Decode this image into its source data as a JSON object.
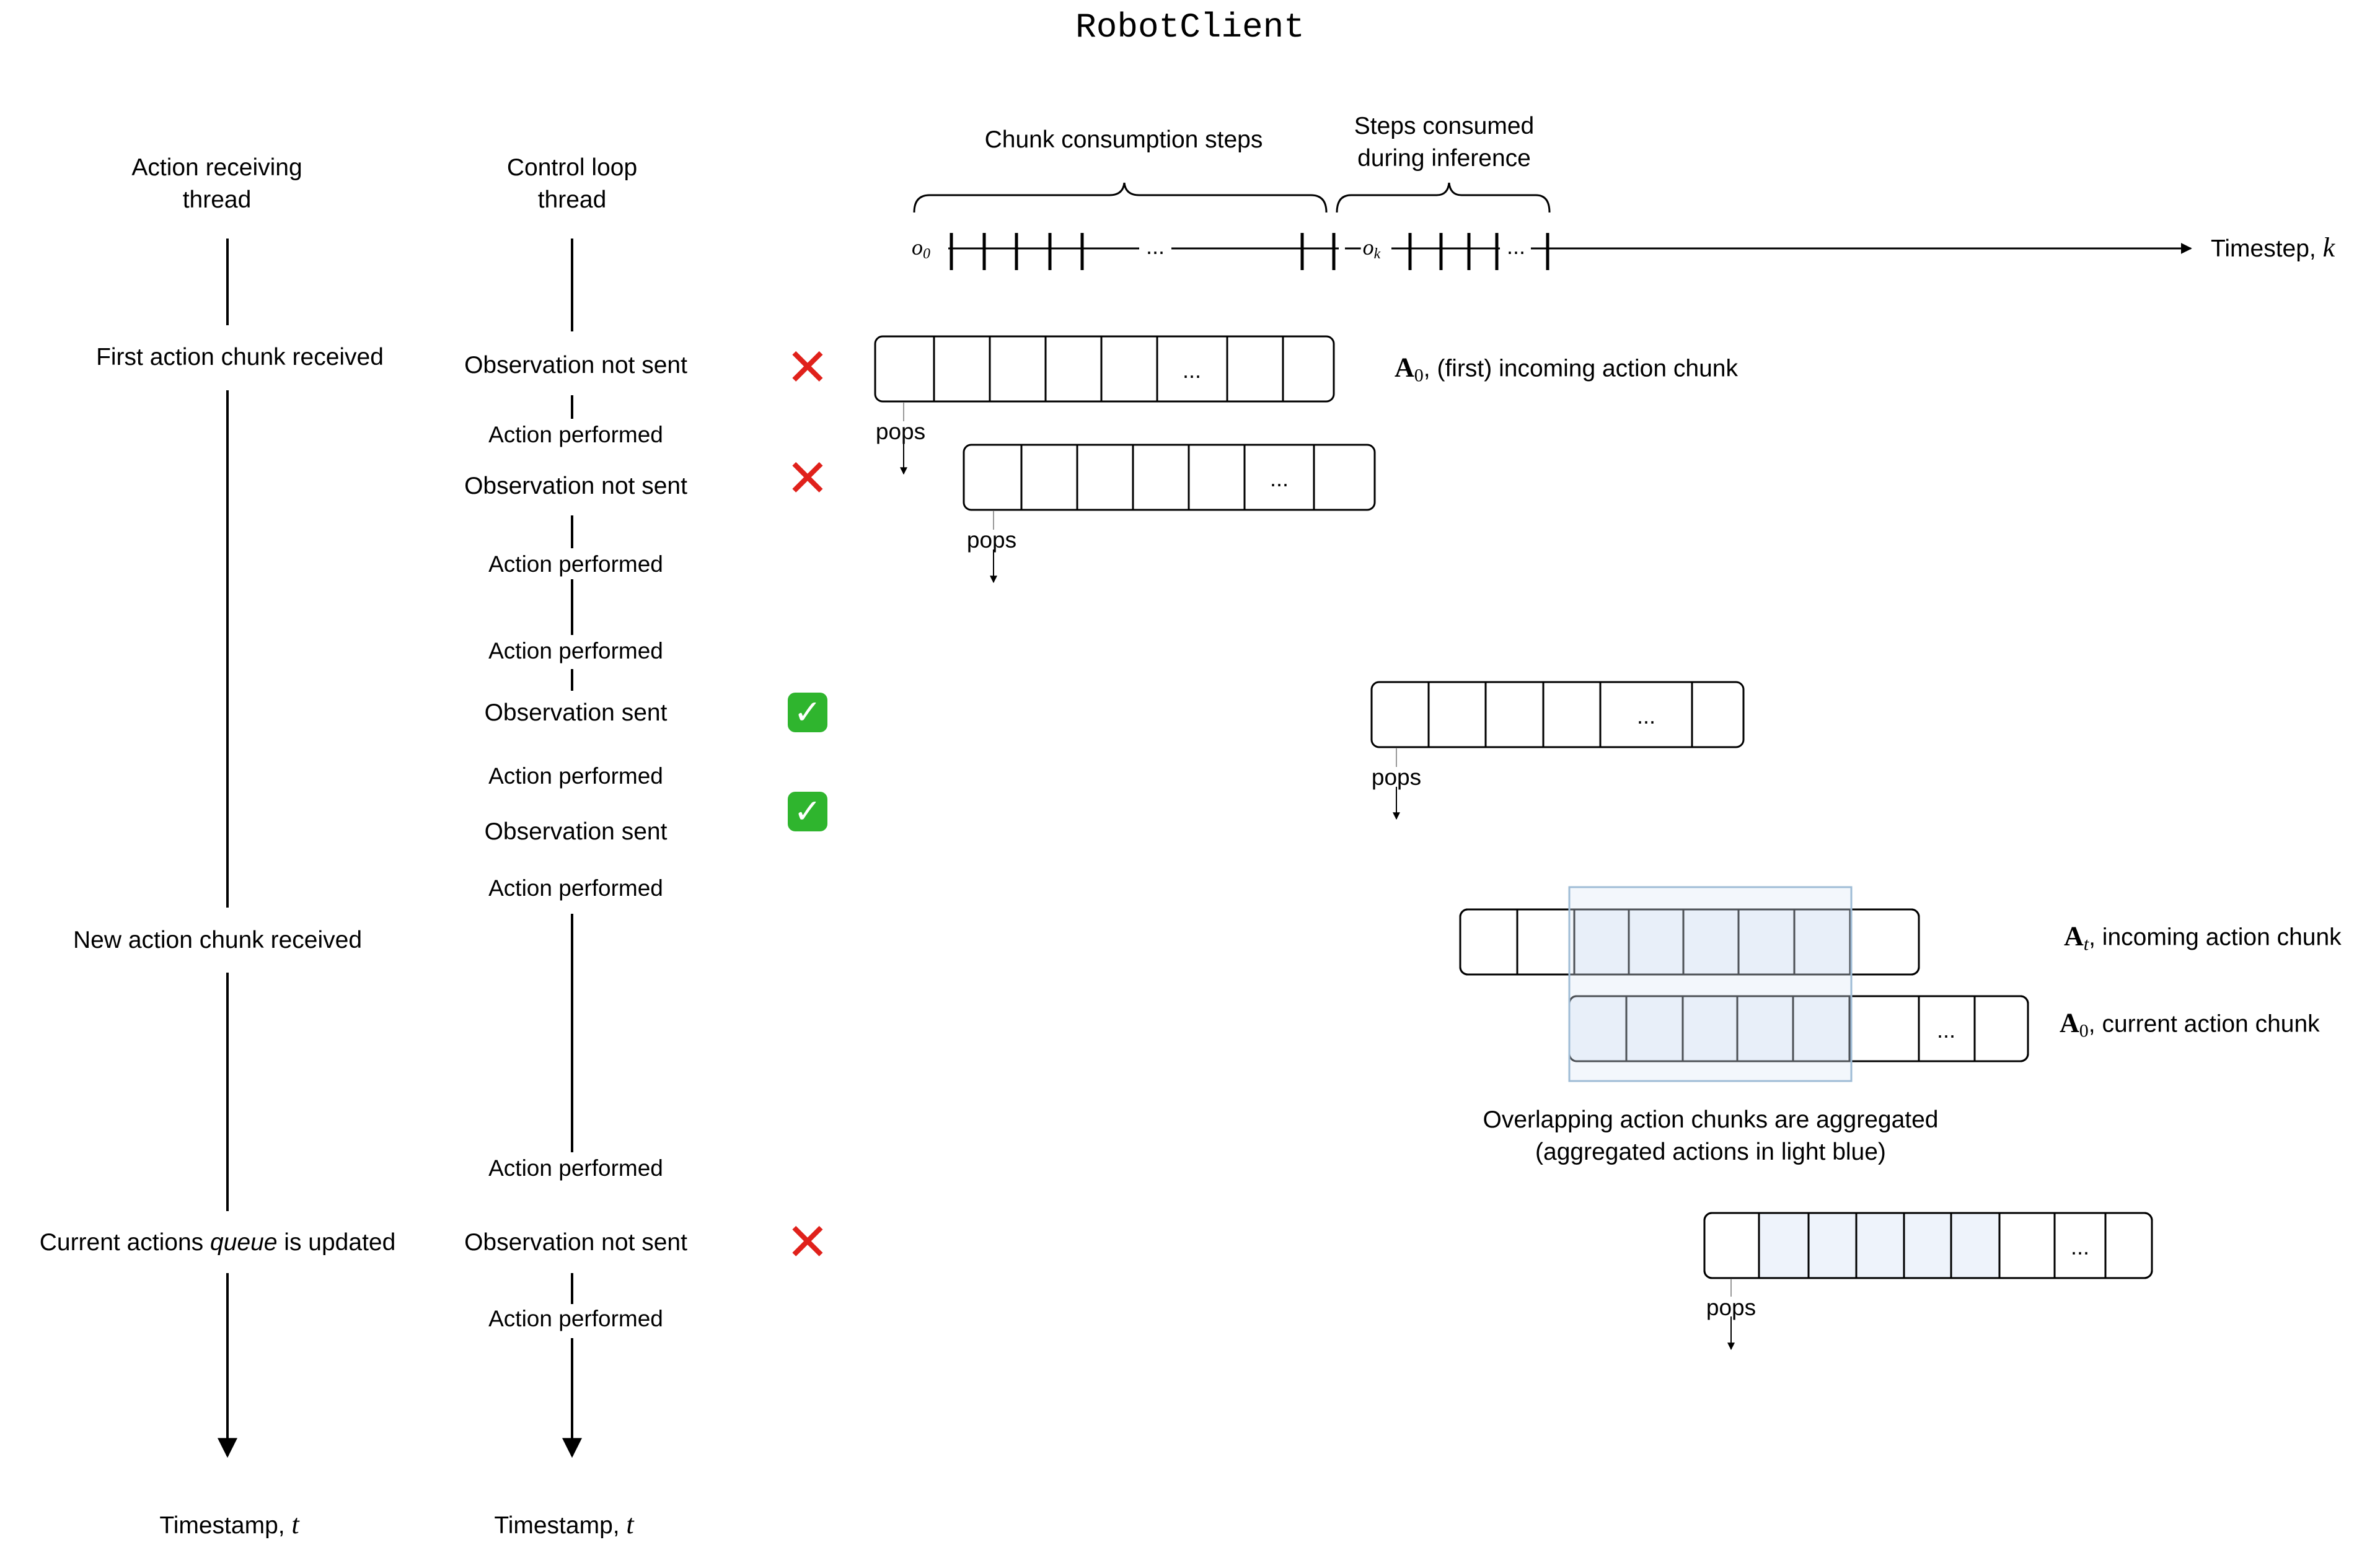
{
  "title": "RobotClient",
  "columns": {
    "action_receiving": "Action receiving\nthread",
    "control_loop": "Control loop\nthread"
  },
  "timeline": {
    "brace_left_label": "Chunk consumption steps",
    "brace_right_label": "Steps consumed\nduring inference",
    "axis_label": "Timestep, ",
    "axis_var": "k",
    "start_obs": "o",
    "start_obs_sub": "0",
    "mid_obs": "o",
    "mid_obs_sub": "k",
    "ellipsis": "..."
  },
  "receiving_events": {
    "first": "First action chunk received",
    "new": "New action chunk received",
    "queue_pre": "Current actions ",
    "queue_em": "queue",
    "queue_post": " is updated"
  },
  "control_events": {
    "obs_not_sent": "Observation not sent",
    "obs_sent": "Observation sent",
    "action_performed": "Action performed"
  },
  "status_icons": {
    "not_sent": "✕",
    "sent": "✓"
  },
  "chunk_labels": {
    "first_chunk_bold": "A",
    "first_chunk_sub": "0",
    "first_chunk_text": ", (first) incoming action chunk",
    "incoming_bold": "A",
    "incoming_sub": "t",
    "incoming_text": ", incoming action chunk",
    "current_bold": "A",
    "current_sub": "0",
    "current_text": ", current action chunk",
    "pops": "pops",
    "cell_ellipsis": "..."
  },
  "aggregation_caption": "Overlapping action chunks are aggregated\n(aggregated actions in light blue)",
  "footer": {
    "timestamp_left": "Timestamp, ",
    "timestamp_right": "Timestamp, ",
    "timestamp_var": "t"
  },
  "colors": {
    "line": "#000000",
    "aggregated_fill": "#eef3fb",
    "aggregated_border": "#9fbcd6",
    "cross": "#e0211b",
    "check": "#2fb52e"
  }
}
